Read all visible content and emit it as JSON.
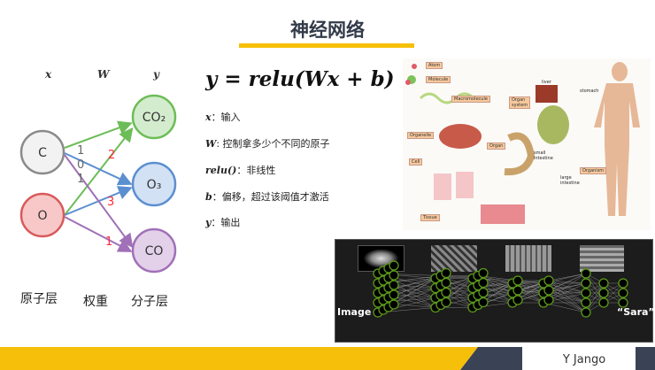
{
  "title": "神经网络",
  "diagram": {
    "headers": {
      "x": "x",
      "w": "W",
      "y": "y"
    },
    "inputs": [
      {
        "label": "C",
        "color": "#8a8a8a",
        "fill": "#f2f2f2"
      },
      {
        "label": "O",
        "color": "#d9595b",
        "fill": "#f8c8c8"
      }
    ],
    "outputs": [
      {
        "label": "CO₂",
        "color": "#6cbd57",
        "fill": "#d4ecce"
      },
      {
        "label": "O₃",
        "color": "#5b8fd0",
        "fill": "#d3e1f5"
      },
      {
        "label": "CO",
        "color": "#a070b8",
        "fill": "#e3d1ea"
      }
    ],
    "weights_from_C": [
      "1",
      "0",
      "1"
    ],
    "weights_from_O": [
      "2",
      "3",
      "1"
    ],
    "layer_labels": {
      "input": "原子层",
      "weight": "权重",
      "output": "分子层"
    }
  },
  "formula": "y = relu(Wx + b)",
  "definitions": [
    {
      "sym": "x",
      "text": "：输入"
    },
    {
      "sym": "W",
      "text": ": 控制拿多少个不同的原子"
    },
    {
      "sym": "relu()",
      "text": "：非线性"
    },
    {
      "sym": "b",
      "text": "：偏移，超过该阈值才激活"
    },
    {
      "sym": "y",
      "text": "：输出"
    }
  ],
  "bio_image": {
    "labels": [
      "Atom",
      "Molecule",
      "Macromolecule",
      "Organelle",
      "Cell",
      "Tissue",
      "Organ",
      "Organ system",
      "liver",
      "stomach",
      "small intestine",
      "large intestine",
      "Organism"
    ]
  },
  "nn_image": {
    "input_label": "Image",
    "output_label": "“Sara”"
  },
  "footer": {
    "author": "Y Jango",
    "colors": {
      "yellow": "#f6bf0a",
      "navy": "#3a4356"
    }
  }
}
